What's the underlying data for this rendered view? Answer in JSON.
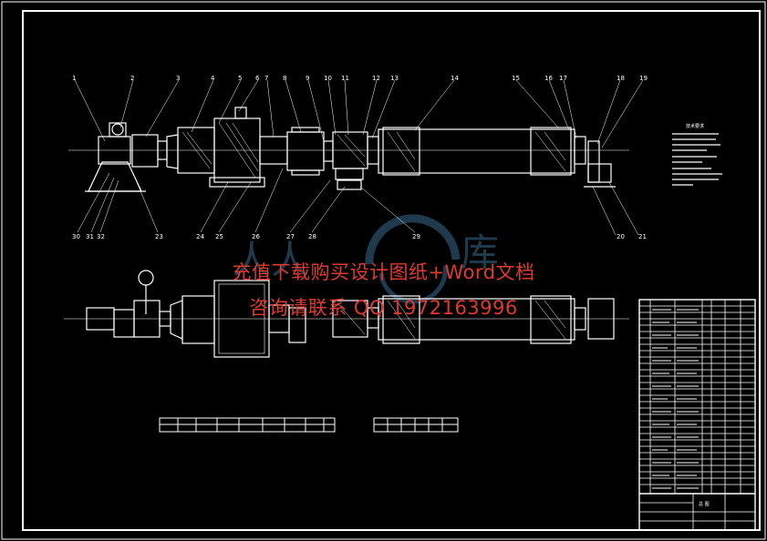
{
  "drawing": {
    "part_labels_top": [
      "1",
      "2",
      "3",
      "4",
      "5",
      "6",
      "7",
      "8",
      "9",
      "10",
      "11",
      "12",
      "13",
      "14",
      "15",
      "16",
      "17",
      "18",
      "19"
    ],
    "part_labels_bottom": [
      "30",
      "31",
      "32",
      "23",
      "24",
      "25",
      "26",
      "27",
      "28",
      "29",
      "20",
      "21"
    ],
    "notes_title": "技术要求",
    "title_block_name": "总 图"
  },
  "watermark": {
    "line1": "充值下载购买设计图纸+Word文档",
    "line2": "咨询请联系 QQ 1972163996"
  },
  "colors": {
    "background": "#000000",
    "lines": "#ffffff",
    "watermark_text": "#e03a2e",
    "logo": "#3a6b8c"
  }
}
